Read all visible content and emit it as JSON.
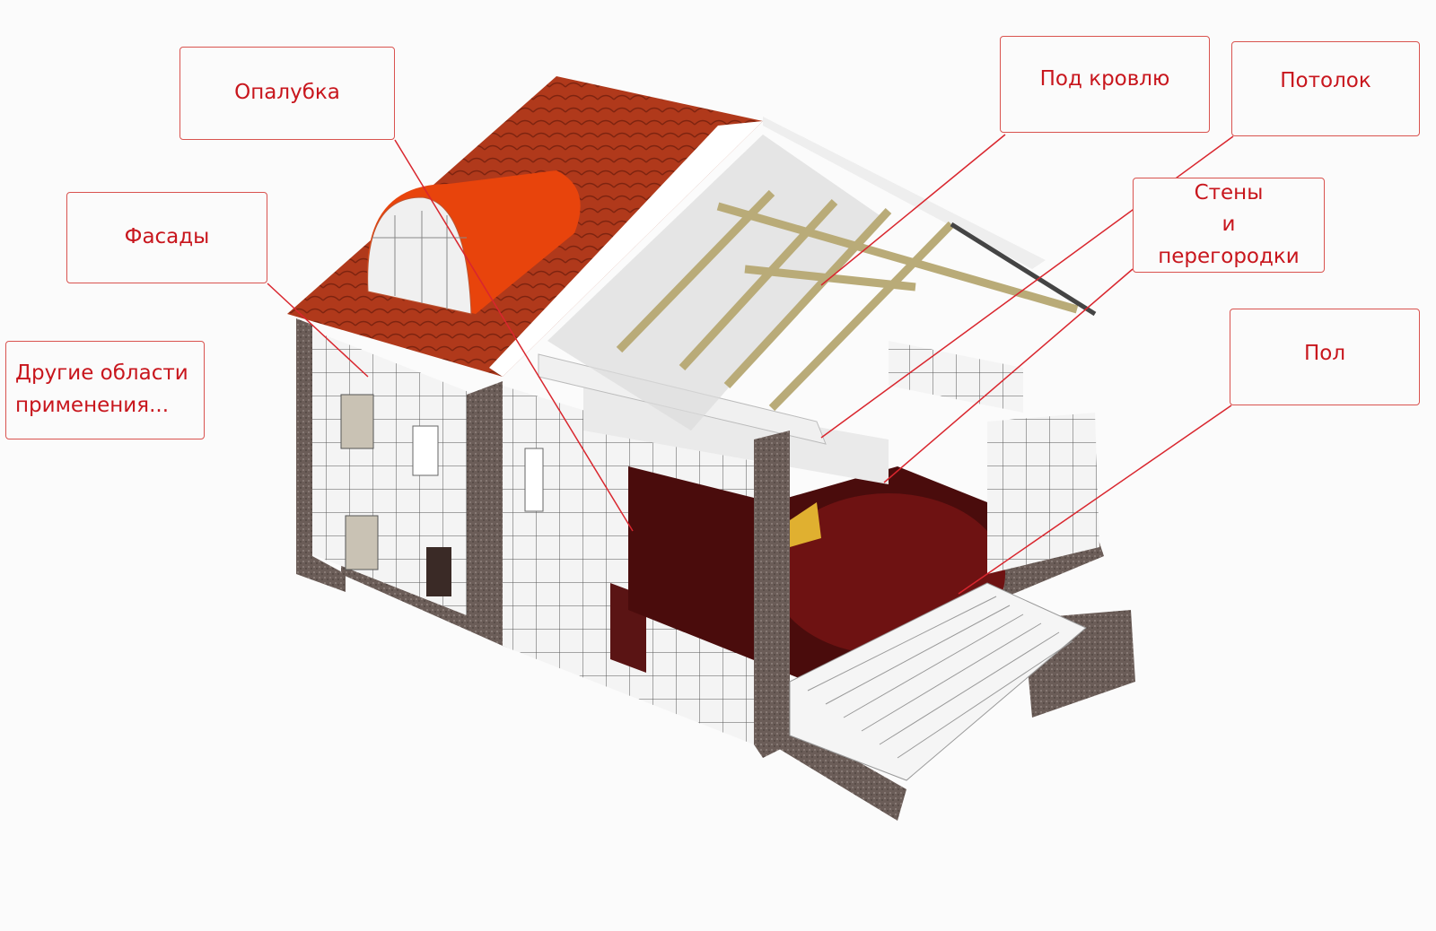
{
  "title": "House insulation application areas",
  "accent_color": "#c8161d",
  "callouts": {
    "formwork": "Опалубка",
    "facades": "Фасады",
    "other_line1": "Другие области",
    "other_line2": "применения...",
    "under_roof": "Под кровлю",
    "ceiling": "Потолок",
    "walls_line1": "Стены",
    "walls_line2": "и",
    "walls_line3": "перегородки",
    "floor": "Пол"
  }
}
